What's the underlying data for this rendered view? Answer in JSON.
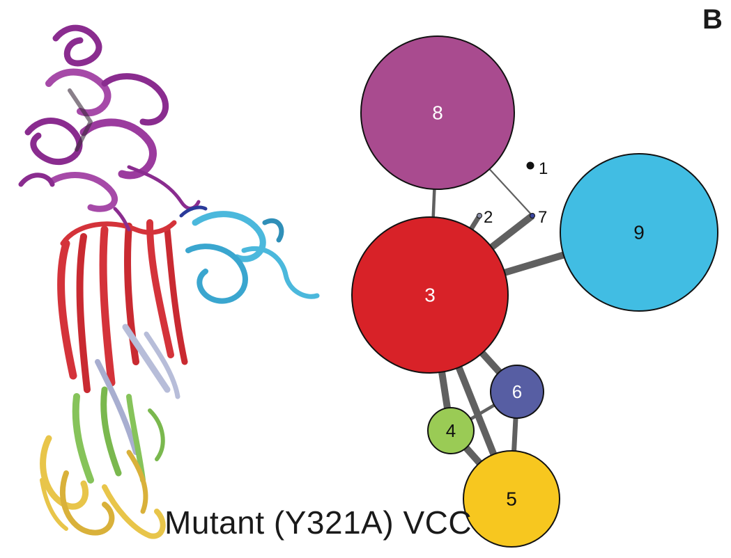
{
  "panel_label": "B",
  "caption": "Mutant (Y321A) VCC",
  "colors": {
    "purple": "#a94b8f",
    "red": "#d82228",
    "cyan": "#41bde3",
    "navy": "#575ea3",
    "green": "#9acb55",
    "yellow": "#f7c71f",
    "edge": "#606060",
    "ribbon_purple": "#8a2c8f",
    "ribbon_red": "#d4333a",
    "ribbon_cyan": "#4bb8dc",
    "ribbon_lavender": "#b7bdd9",
    "ribbon_green": "#86c35a",
    "ribbon_yellow": "#e8c54a"
  },
  "network": {
    "nodes": [
      {
        "id": "8",
        "label": "8",
        "color": "#a94b8f",
        "label_color": "#ffffff"
      },
      {
        "id": "3",
        "label": "3",
        "color": "#d82228",
        "label_color": "#ffffff"
      },
      {
        "id": "9",
        "label": "9",
        "color": "#41bde3",
        "label_color": "#111111"
      },
      {
        "id": "6",
        "label": "6",
        "color": "#575ea3",
        "label_color": "#ffffff"
      },
      {
        "id": "4",
        "label": "4",
        "color": "#9acb55",
        "label_color": "#111111"
      },
      {
        "id": "5",
        "label": "5",
        "color": "#f7c71f",
        "label_color": "#111111"
      },
      {
        "id": "1",
        "label": "1",
        "color": "#111111",
        "label_color": "#111111"
      },
      {
        "id": "2",
        "label": "2",
        "color": "#8a8fa8",
        "label_color": "#111111"
      },
      {
        "id": "7",
        "label": "7",
        "color": "#3a46a0",
        "label_color": "#111111"
      }
    ],
    "edges": [
      {
        "source": "8",
        "target": "3",
        "weight": 2
      },
      {
        "source": "8",
        "target": "7",
        "weight": 1
      },
      {
        "source": "3",
        "target": "2",
        "weight": 3
      },
      {
        "source": "3",
        "target": "7",
        "weight": 4
      },
      {
        "source": "3",
        "target": "9",
        "weight": 4
      },
      {
        "source": "3",
        "target": "4",
        "weight": 4
      },
      {
        "source": "3",
        "target": "5",
        "weight": 4
      },
      {
        "source": "3",
        "target": "6",
        "weight": 4
      },
      {
        "source": "4",
        "target": "6",
        "weight": 2
      },
      {
        "source": "4",
        "target": "5",
        "weight": 4
      },
      {
        "source": "6",
        "target": "5",
        "weight": 3
      }
    ]
  }
}
